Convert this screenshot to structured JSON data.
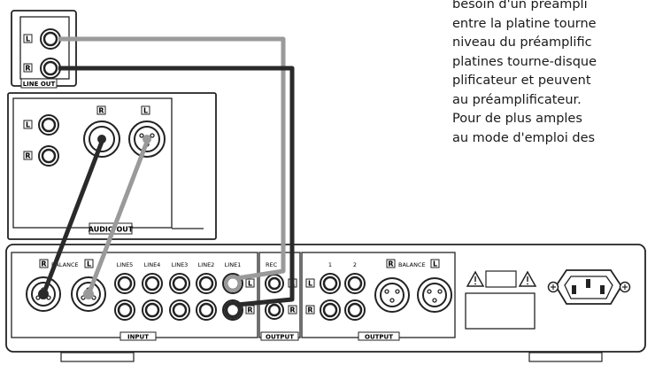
{
  "text": {
    "lines": [
      "besoin d'un préampli",
      "entre la platine tourne",
      "niveau du préamplific",
      "platines tourne-disque",
      "plificateur et peuvent",
      "au préamplificateur.",
      "Pour de plus amples",
      "au mode d'emploi des"
    ]
  },
  "line_out": {
    "label": "LINE OUT",
    "left": "L",
    "right": "R"
  },
  "audio_out": {
    "label": "AUDIO OUT",
    "left": "L",
    "right": "R",
    "xlr_right": "R",
    "xlr_left": "L"
  },
  "amp": {
    "balance_r": "R",
    "balance_label": "BALANCE",
    "balance_l": "L",
    "lines": [
      "LINE5",
      "LINE4",
      "LINE3",
      "LINE2",
      "LINE1"
    ],
    "input_label": "INPUT",
    "rec_label": "REC",
    "rec_output_label": "OUTPUT",
    "out_channels": [
      "1",
      "2"
    ],
    "out_balance_r": "R",
    "out_balance_label": "BALANCE",
    "out_balance_l": "L",
    "output_label": "OUTPUT",
    "ch_l": "L",
    "ch_r": "R"
  },
  "colors": {
    "cable_light": "#9a9a9a",
    "cable_dark": "#2a2a2a"
  }
}
